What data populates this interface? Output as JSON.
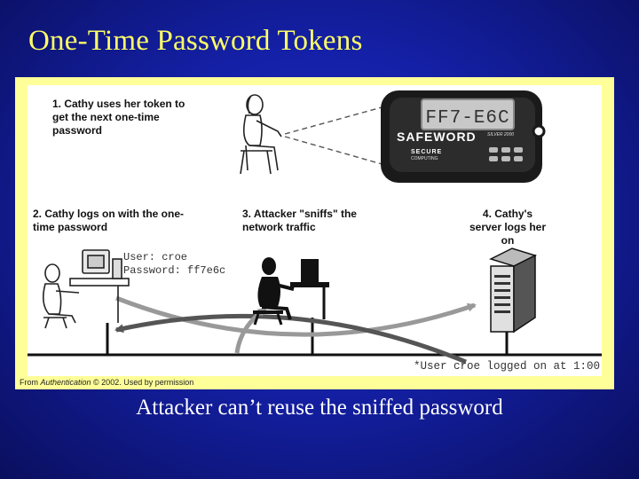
{
  "slide": {
    "title": "One-Time Password Tokens",
    "caption": "Attacker can’t reuse the sniffed password"
  },
  "figure": {
    "steps": [
      "1. Cathy uses her token to get the next one-time password",
      "2. Cathy logs on with the one-time password",
      "3. Attacker \"sniffs\" the network traffic",
      "4. Cathy's server logs her on"
    ],
    "token": {
      "display": "FF7-E6C",
      "brand": "SAFEWORD",
      "model": "SILVER 2000",
      "maker_line1": "SECURE",
      "maker_line2": "COMPUTING"
    },
    "terminal": {
      "user_line": "User: croe",
      "password_line": "Password: ff7e6c"
    },
    "server_log": "*User croe logged on at 1:00",
    "credit_prefix": "From ",
    "credit_title": "Authentication",
    "credit_suffix": " © 2002. Used by permission"
  },
  "colors": {
    "background": "#1420a6",
    "title": "#ffff66",
    "frame": "#ffff99",
    "arrow_light": "#999999",
    "arrow_dark": "#555555"
  }
}
